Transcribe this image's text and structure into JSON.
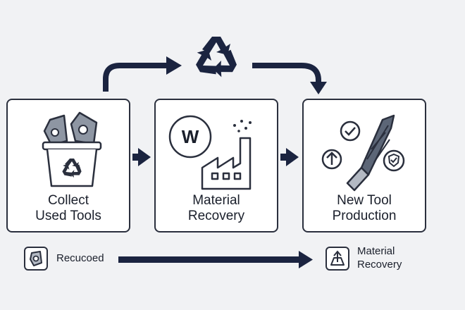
{
  "steps": [
    {
      "line1": "Collect",
      "line2": "Used Tools",
      "icon": "recycling-bin-icon"
    },
    {
      "line1": "Material",
      "line2": "Recovery",
      "icon": "factory-icon"
    },
    {
      "line1": "New Tool",
      "line2": "Production",
      "icon": "end-mill-icon"
    }
  ],
  "element_symbol": "W",
  "bottom": {
    "left_label": "Recucoed",
    "right_line1": "Material",
    "right_line2": "Recovery"
  },
  "colors": {
    "arrow": "#1b2440",
    "stroke": "#2a2f3d",
    "background": "#f1f2f4",
    "card": "#ffffff",
    "metal": "#8e96a3"
  },
  "icons": [
    "recycle-icon",
    "recycling-bin-icon",
    "insert-icon",
    "factory-icon",
    "end-mill-icon",
    "check-icon",
    "shield-check-icon",
    "arrow-up-icon"
  ]
}
